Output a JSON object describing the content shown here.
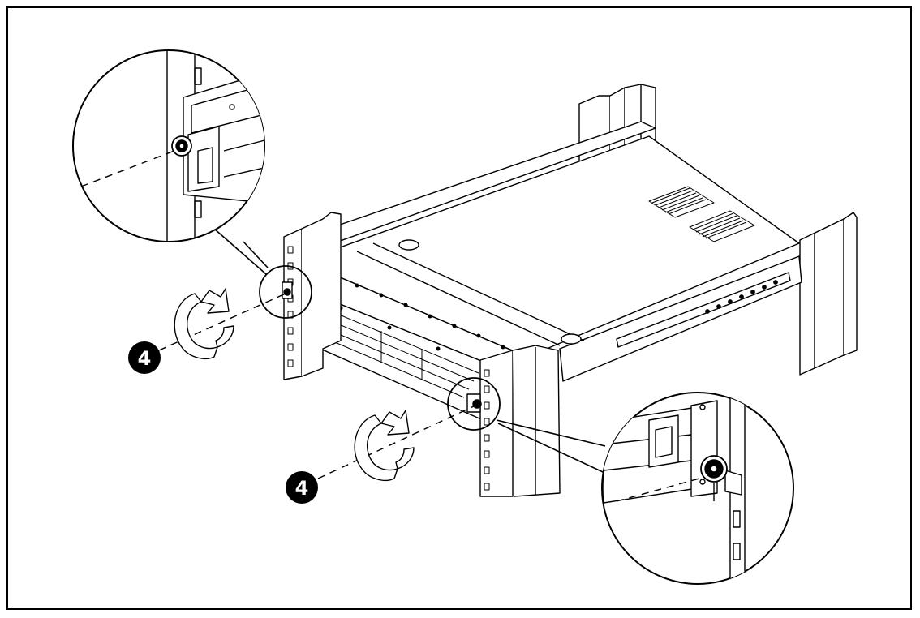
{
  "figure": {
    "callouts": [
      {
        "id": "left",
        "label": "4"
      },
      {
        "id": "right",
        "label": "4"
      }
    ],
    "colors": {
      "ink": "#000000",
      "fill": "#ffffff",
      "shade": "#e6e6e6"
    },
    "icons": [
      "rotate-clockwise-icon",
      "rotate-clockwise-icon"
    ]
  }
}
